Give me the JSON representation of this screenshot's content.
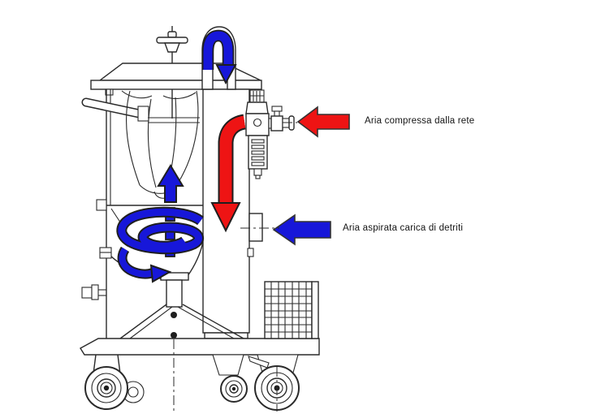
{
  "diagram": {
    "background": "#ffffff",
    "legend": [
      {
        "id": "compressed-air",
        "label": "Aria compressa dalla rete",
        "color": "#ee1414",
        "direction": "left"
      },
      {
        "id": "suction-air",
        "label": "Aria aspirata carica di detriti",
        "color": "#1717d9",
        "direction": "left"
      }
    ],
    "flow": {
      "suction_color": "#1717d9",
      "compressed_color": "#ee1414",
      "outline_color": "#1f1f1f"
    }
  }
}
